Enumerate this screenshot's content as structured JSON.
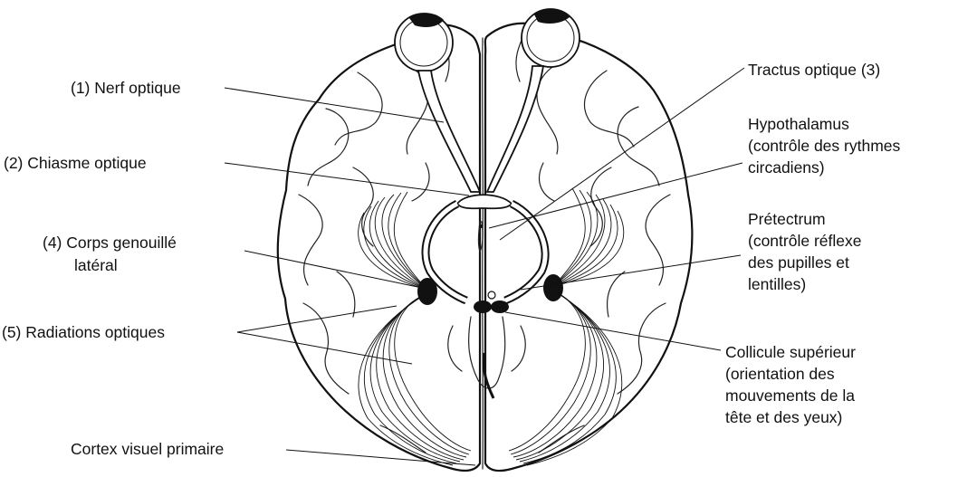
{
  "labels": {
    "nerf_optique": "(1) Nerf optique",
    "chiasme_optique": "(2) Chiasme optique",
    "corps_genouille_1": "(4) Corps genouillé",
    "corps_genouille_2": "latéral",
    "radiations_optiques": "(5) Radiations optiques",
    "cortex_visuel": "Cortex visuel primaire",
    "tractus_optique": "Tractus optique (3)",
    "hypothalamus_1": "Hypothalamus",
    "hypothalamus_2": "(contrôle des rythmes",
    "hypothalamus_3": "circadiens)",
    "pretectrum_1": "Prétectrum",
    "pretectrum_2": "(contrôle réflexe",
    "pretectrum_3": "des pupilles et",
    "pretectrum_4": "lentilles)",
    "collicule_1": "Collicule supérieur",
    "collicule_2": "(orientation des",
    "collicule_3": "mouvements de la",
    "collicule_4": "tête et des yeux)"
  }
}
